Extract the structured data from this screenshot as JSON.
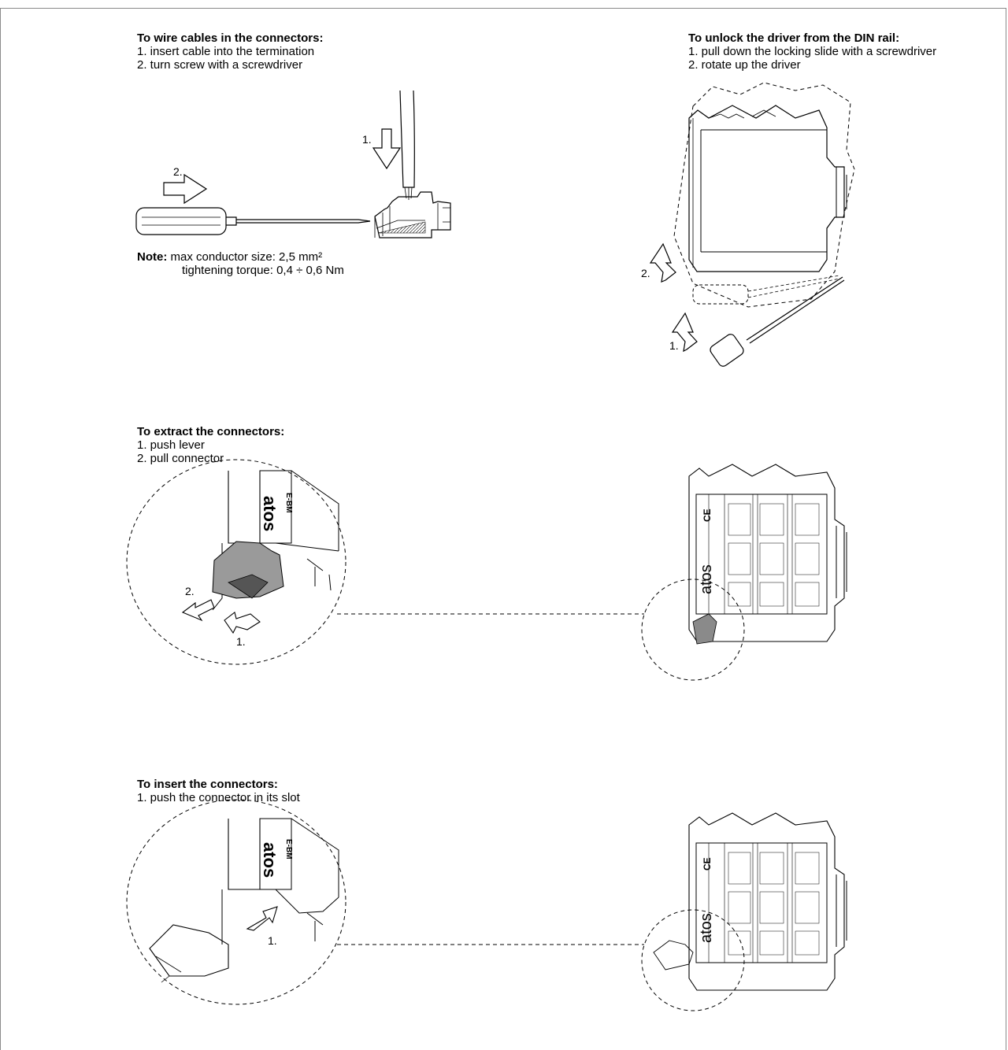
{
  "sections": {
    "wire": {
      "title": "To wire cables in the connectors:",
      "steps": [
        "1. insert cable into the termination",
        "2. turn screw with a screwdriver"
      ],
      "note_label": "Note:",
      "note_line1": "max conductor size: 2,5 mm²",
      "note_line2": "tightening torque: 0,4 ÷ 0,6 Nm"
    },
    "unlock": {
      "title": "To unlock the driver from the DIN rail:",
      "steps": [
        "1. pull down the locking slide with a screwdriver",
        "2. rotate up the driver"
      ]
    },
    "extract": {
      "title": "To extract the connectors:",
      "steps": [
        "1. push lever",
        "2. pull connector"
      ]
    },
    "insert": {
      "title": "To insert the connectors:",
      "steps": [
        "1. push the connector in its slot"
      ]
    }
  },
  "figure_labels": {
    "step1": "1.",
    "step2": "2.",
    "brand": "atos",
    "model": "E-BM"
  },
  "icons": [
    "arrow-down-icon",
    "arrow-right-icon",
    "screwdriver-icon",
    "curved-arrow-up-icon",
    "ce-mark-icon"
  ]
}
